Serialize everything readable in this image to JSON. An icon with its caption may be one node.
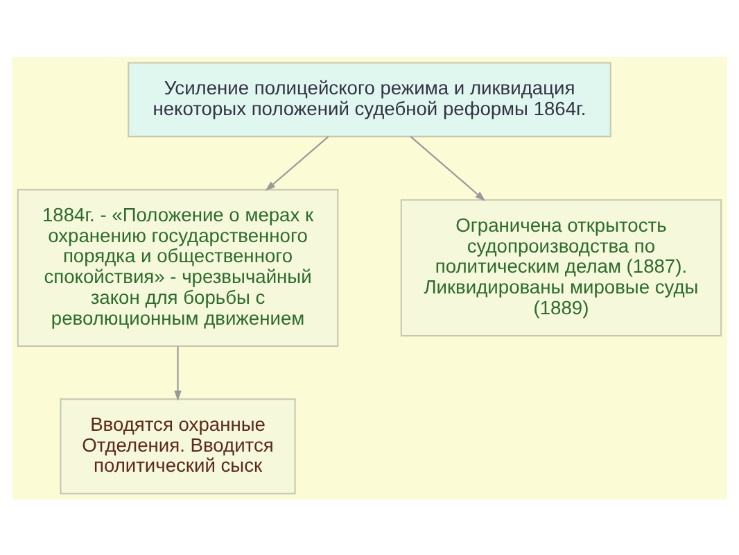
{
  "diagram": {
    "nodes": [
      {
        "text": [
          "Усиление полицейского режима и ликвидация некоторых положений судебной реформы 1864г."
        ]
      },
      {
        "text": [
          "1884г. - «Положение о мерах к охранению государственного порядка и общественного спокойствия» - чрезвычайный закон для борьбы с революционным движением"
        ]
      },
      {
        "text": [
          "Ограничена открытость судопроизводства по политическим делам (1887). Ликвидированы мировые суды (1889)"
        ]
      },
      {
        "text": [
          "Вводятся охранные Отделения. Вводится политический сыск"
        ]
      }
    ],
    "edges": [
      {
        "from": 0,
        "to": 1,
        "arrow": "to"
      },
      {
        "from": 0,
        "to": 2,
        "arrow": "to"
      },
      {
        "from": 1,
        "to": 3,
        "arrow": "to"
      }
    ]
  }
}
